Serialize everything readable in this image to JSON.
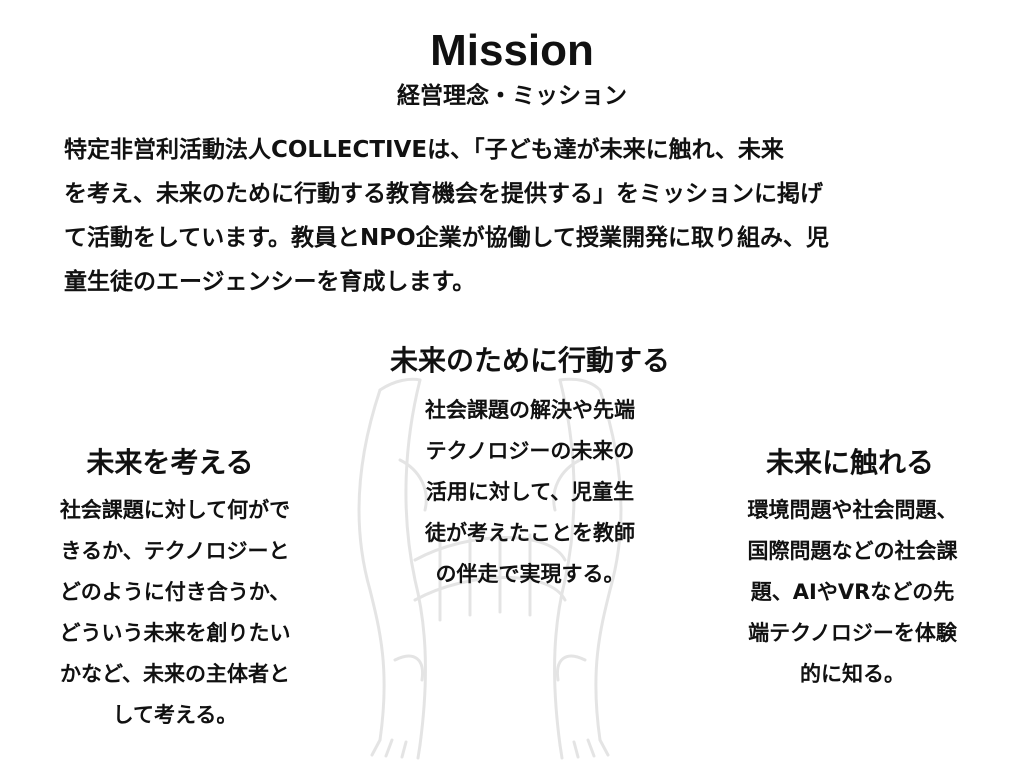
{
  "header": {
    "title": "Mission",
    "subtitle": "経営理念・ミッション"
  },
  "mission_statement": {
    "lines": [
      "特定非営利活動法人COLLECTIVEは、「子ども達が未来に触れ、未来",
      "を考え、未来のために行動する教育機会を提供する」をミッションに掲げ",
      "て活動をしています。教員とNPO企業が協働して授業開発に取り組み、児",
      "童生徒のエージェンシーを育成します。"
    ]
  },
  "columns": {
    "center": {
      "heading": "未来のために行動する",
      "lines": [
        "社会課題の解決や先端",
        "テクノロジーの未来の",
        "活用に対して、児童生",
        "徒が考えたことを教師",
        "の伴走で実現する。"
      ]
    },
    "left": {
      "heading": "未来を考える",
      "lines": [
        "社会課題に対して何がで",
        "きるか、テクノロジーと",
        "どのように付き合うか、",
        "どういう未来を創りたい",
        "かなど、未来の主体者と",
        "して考える。"
      ]
    },
    "right": {
      "heading": "未来に触れる",
      "lines": [
        "環境問題や社会問題、",
        "国際問題などの社会課",
        "題、AIやVRなどの先",
        "端テクノロジーを体験",
        "的に知る。"
      ]
    }
  },
  "illustration": {
    "icon": "scarf-illustration",
    "stroke_color": "#cfcfcf"
  }
}
